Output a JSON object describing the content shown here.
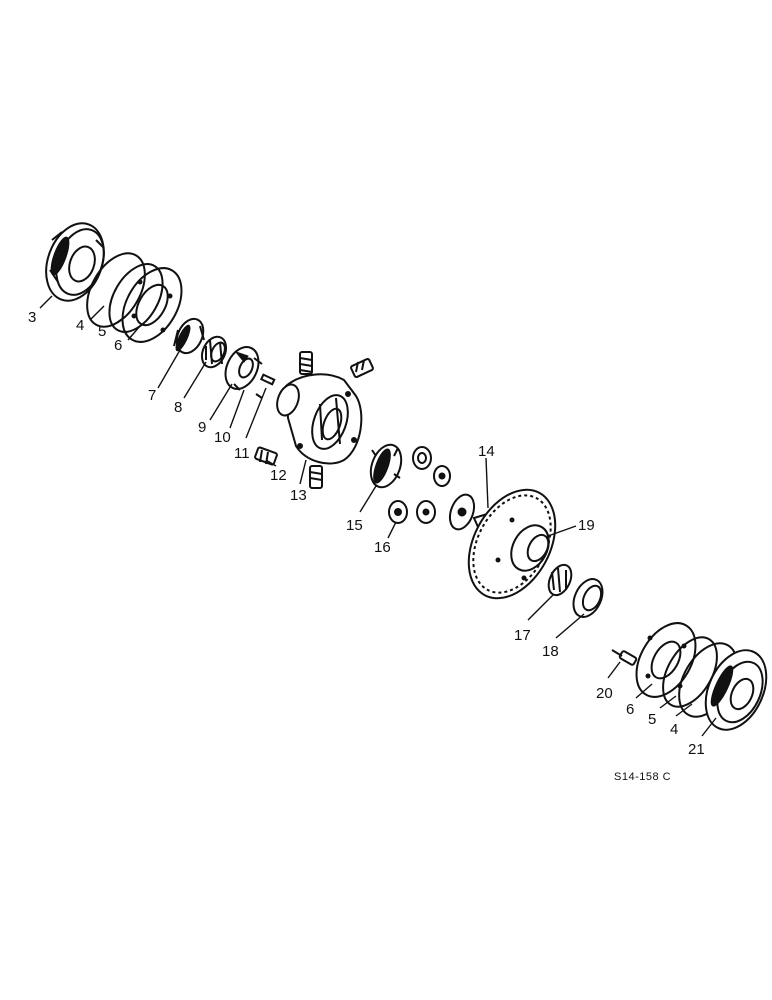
{
  "drawing_code": "S14-158 C",
  "callouts": [
    {
      "id": "c3",
      "label": "3"
    },
    {
      "id": "c4a",
      "label": "4"
    },
    {
      "id": "c5a",
      "label": "5"
    },
    {
      "id": "c6a",
      "label": "6"
    },
    {
      "id": "c7",
      "label": "7"
    },
    {
      "id": "c8",
      "label": "8"
    },
    {
      "id": "c9",
      "label": "9"
    },
    {
      "id": "c10",
      "label": "10"
    },
    {
      "id": "c11",
      "label": "11"
    },
    {
      "id": "c12",
      "label": "12"
    },
    {
      "id": "c13",
      "label": "13"
    },
    {
      "id": "c14",
      "label": "14"
    },
    {
      "id": "c15",
      "label": "15"
    },
    {
      "id": "c16",
      "label": "16"
    },
    {
      "id": "c17",
      "label": "17"
    },
    {
      "id": "c18",
      "label": "18"
    },
    {
      "id": "c19",
      "label": "19"
    },
    {
      "id": "c20",
      "label": "20"
    },
    {
      "id": "c6b",
      "label": "6"
    },
    {
      "id": "c5b",
      "label": "5"
    },
    {
      "id": "c4b",
      "label": "4"
    },
    {
      "id": "c21",
      "label": "21"
    }
  ]
}
